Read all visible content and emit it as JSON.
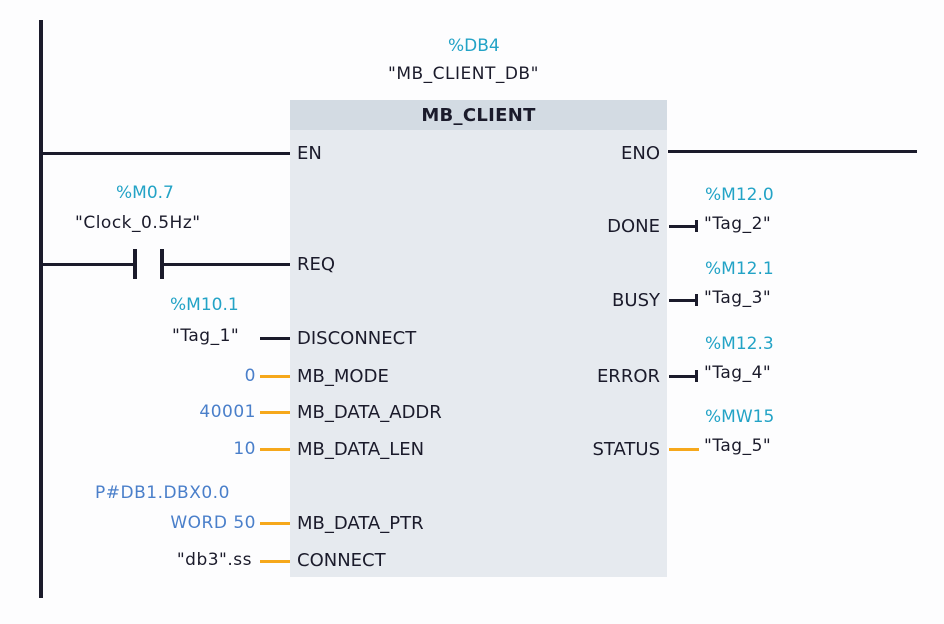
{
  "instance": {
    "address": "%DB4",
    "name": "\"MB_CLIENT_DB\""
  },
  "block": {
    "title": "MB_CLIENT",
    "inputs": [
      {
        "pin": "EN",
        "wire": "bool"
      },
      {
        "pin": "REQ",
        "wire": "bool"
      },
      {
        "pin": "DISCONNECT",
        "wire": "bool"
      },
      {
        "pin": "MB_MODE",
        "wire": "value"
      },
      {
        "pin": "MB_DATA_ADDR",
        "wire": "value"
      },
      {
        "pin": "MB_DATA_LEN",
        "wire": "value"
      },
      {
        "pin": "MB_DATA_PTR",
        "wire": "value"
      },
      {
        "pin": "CONNECT",
        "wire": "value"
      }
    ],
    "outputs": [
      {
        "pin": "ENO",
        "wire": "bool"
      },
      {
        "pin": "DONE",
        "wire": "bool"
      },
      {
        "pin": "BUSY",
        "wire": "bool"
      },
      {
        "pin": "ERROR",
        "wire": "bool"
      },
      {
        "pin": "STATUS",
        "wire": "value"
      }
    ]
  },
  "contact": {
    "address": "%M0.7",
    "symbol": "\"Clock_0.5Hz\""
  },
  "operands": {
    "disconnect": {
      "address": "%M10.1",
      "symbol": "\"Tag_1\""
    },
    "mb_mode": "0",
    "mb_data_addr": "40001",
    "mb_data_len": "10",
    "mb_data_ptr_line1": "P#DB1.DBX0.0",
    "mb_data_ptr_line2": "WORD 50",
    "connect": "\"db3\".ss",
    "done": {
      "address": "%M12.0",
      "symbol": "\"Tag_2\""
    },
    "busy": {
      "address": "%M12.1",
      "symbol": "\"Tag_3\""
    },
    "error": {
      "address": "%M12.3",
      "symbol": "\"Tag_4\""
    },
    "status": {
      "address": "%MW15",
      "symbol": "\"Tag_5\""
    }
  },
  "colors": {
    "address": "#23a3c6",
    "constant": "#4a7fca",
    "bool_wire": "#1b1b2b",
    "value_wire": "#f6a81c",
    "block_body": "#e6eaef",
    "block_header": "#d3dbe3"
  }
}
